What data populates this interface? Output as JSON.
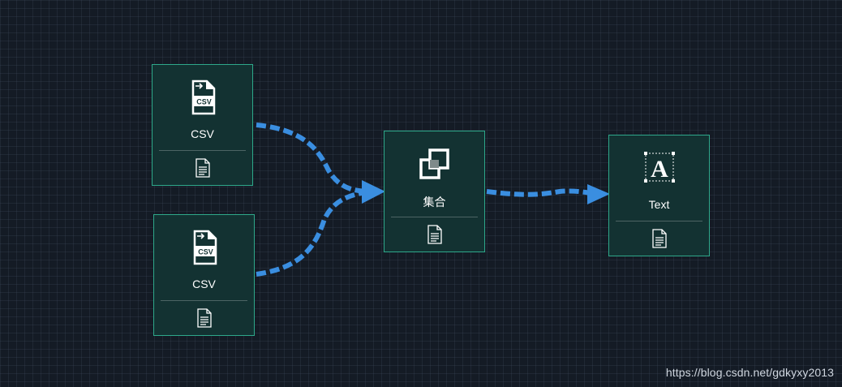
{
  "nodes": [
    {
      "id": "csv-1",
      "label": "CSV",
      "icon": "csv-file-icon",
      "action_icon": "document-icon"
    },
    {
      "id": "csv-2",
      "label": "CSV",
      "icon": "csv-file-icon",
      "action_icon": "document-icon"
    },
    {
      "id": "union",
      "label": "集合",
      "icon": "union-squares-icon",
      "action_icon": "document-icon"
    },
    {
      "id": "text",
      "label": "Text",
      "icon": "text-a-icon",
      "action_icon": "document-icon"
    }
  ],
  "csv_icon_text": "CSV",
  "text_icon_glyph": "A",
  "edges": [
    {
      "from": "csv-1",
      "to": "union"
    },
    {
      "from": "csv-2",
      "to": "union"
    },
    {
      "from": "union",
      "to": "text"
    }
  ],
  "colors": {
    "edge": "#3a8ee0",
    "node_bg": "#133232",
    "node_border": "#2ea88a",
    "canvas_bg": "#141b25"
  },
  "watermark": "https://blog.csdn.net/gdkyxy2013"
}
